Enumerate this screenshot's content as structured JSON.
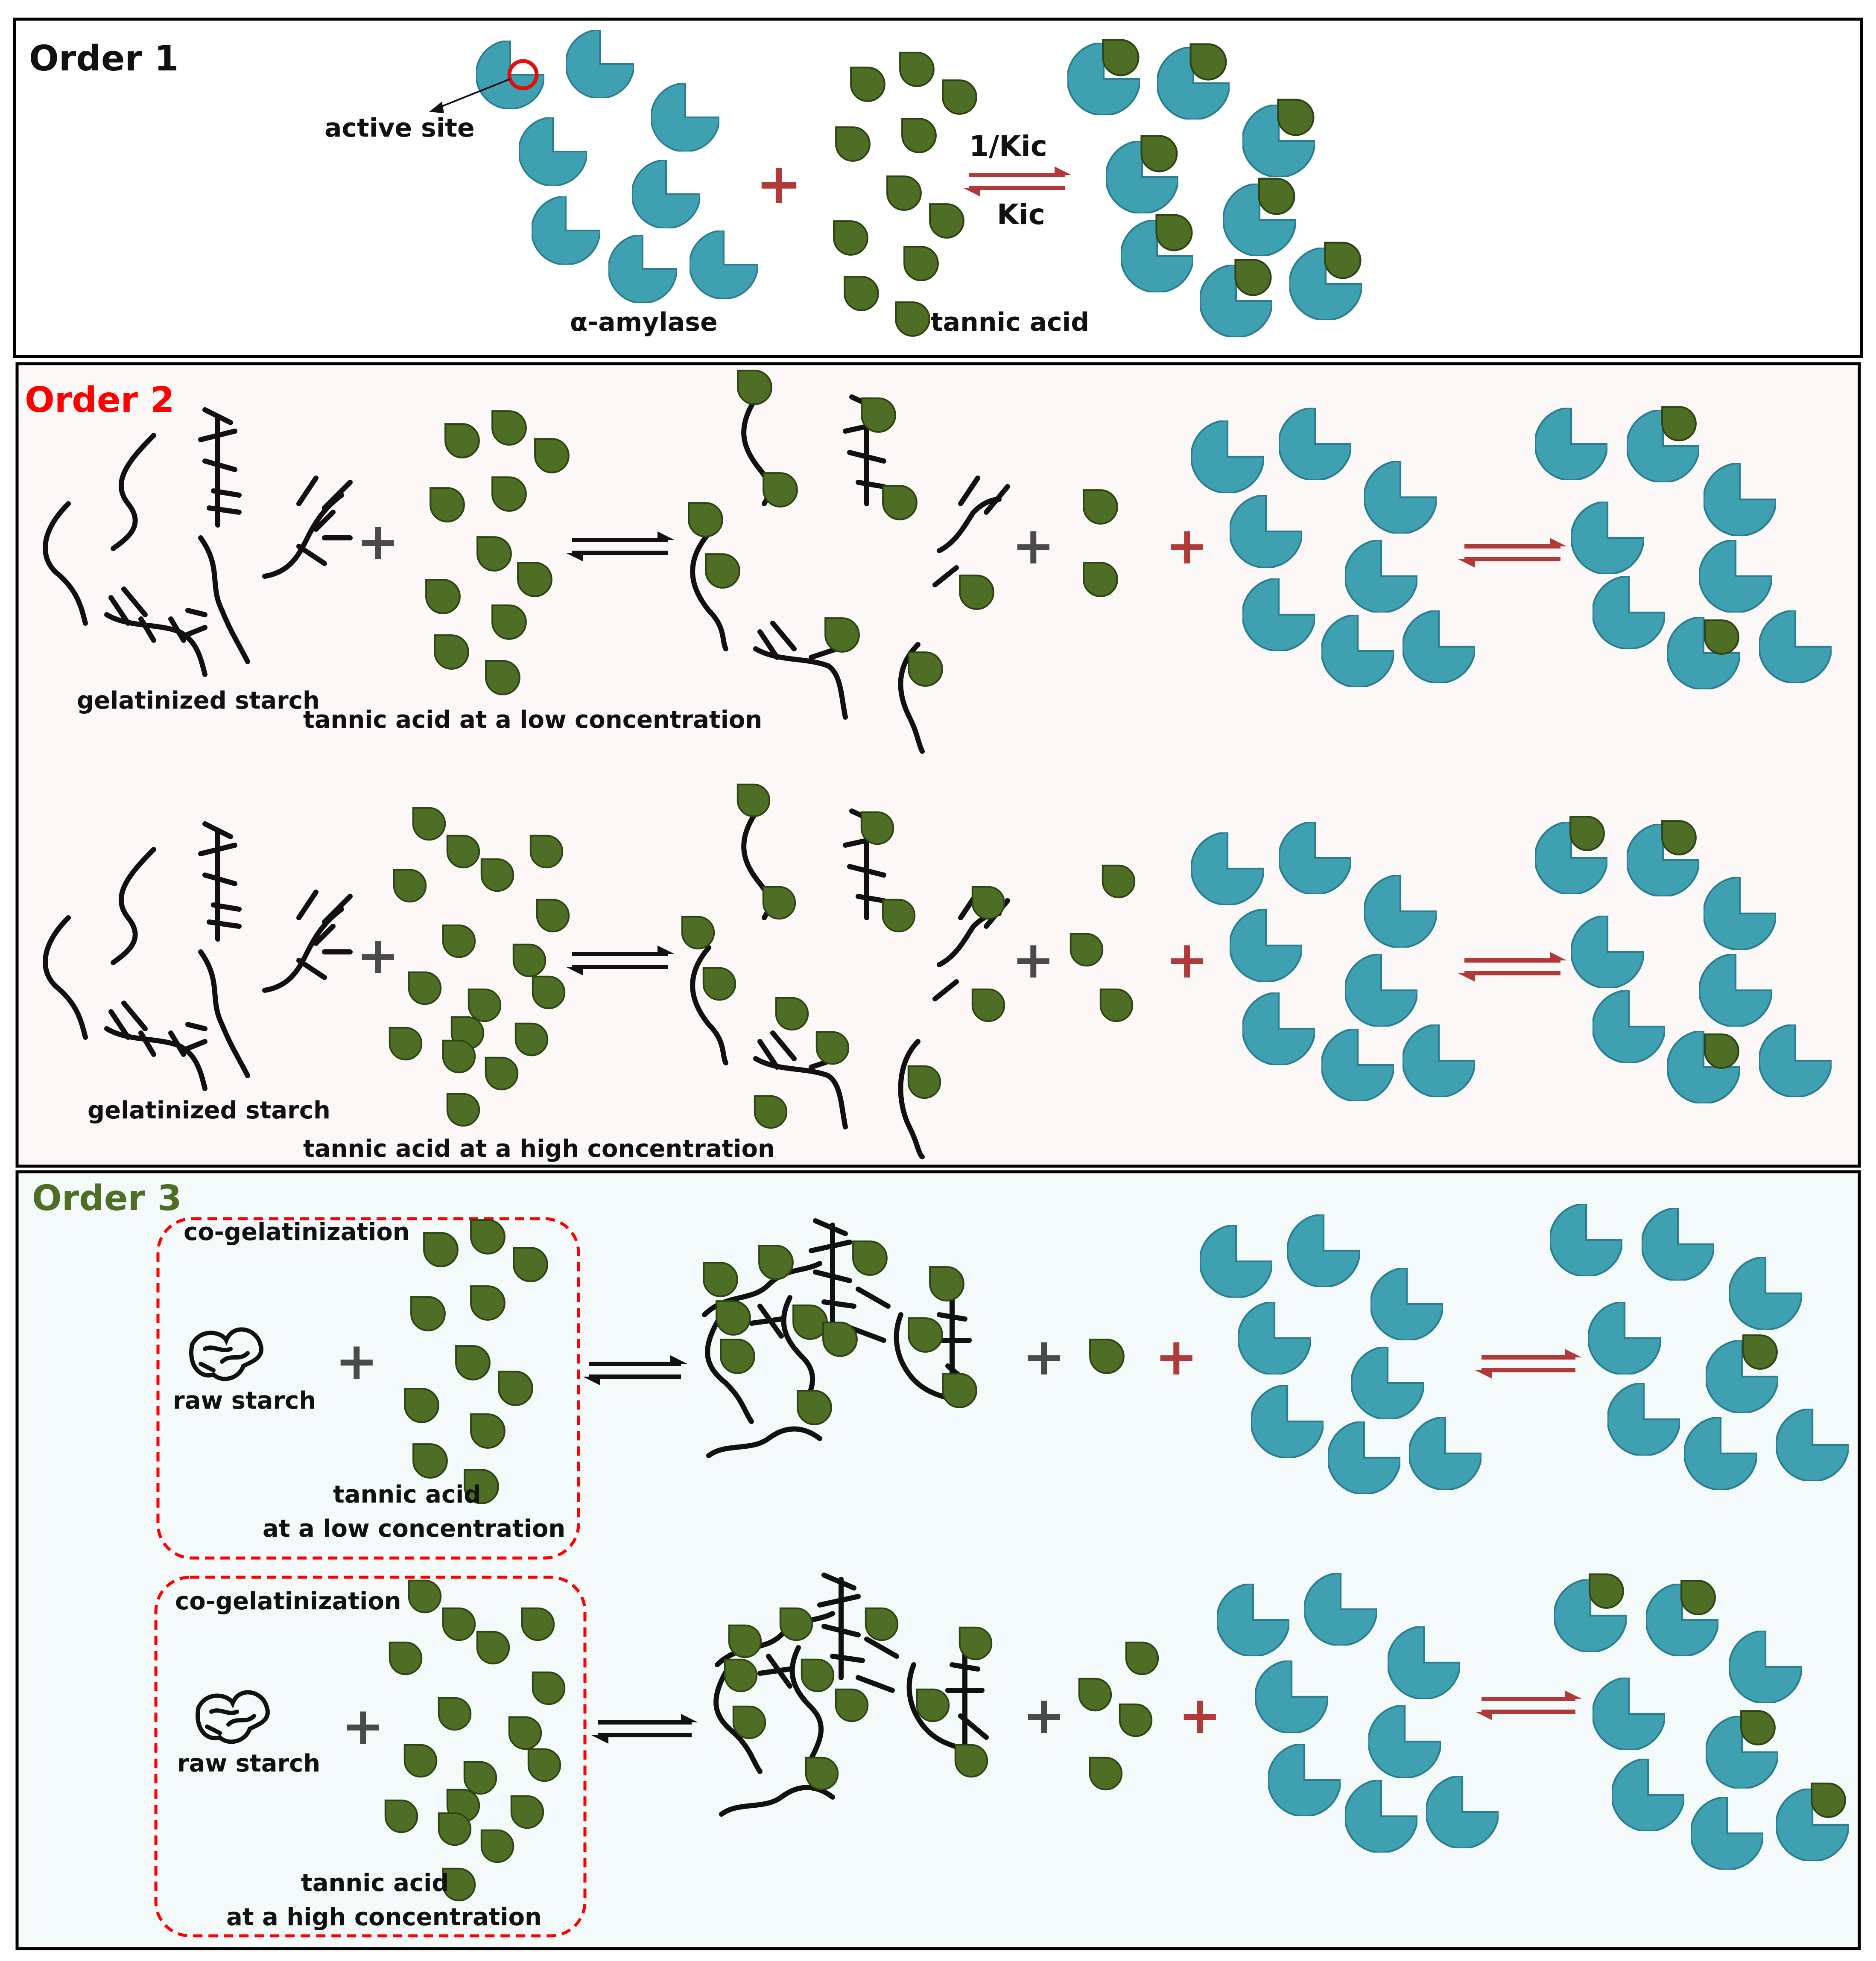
{
  "colors": {
    "enzyme": "#3fa0b2",
    "enzyme_dark": "#1f6f80",
    "tannin": "#4e6e26",
    "tannin_dark": "#2e4414",
    "arrow_red": "#b03a3a",
    "plus_red": "#b03a3a",
    "plus_gray": "#4a4a4a",
    "order2_title": "#ff0000",
    "order3_title": "#4e6e26",
    "panel2_bg": "#fcf8f7",
    "panel3_bg": "#f4f9f9",
    "dashed_box": "#ff0000",
    "active_site_circle": "#e01010"
  },
  "order1": {
    "title": "Order 1",
    "active_site_label": "active site",
    "enzyme_label": "α-amylase",
    "tannin_label": "tannic acid",
    "forward_label": "1/Kic",
    "reverse_label": "Kic"
  },
  "order2": {
    "title": "Order 2",
    "row_low": {
      "starch_label": "gelatinized  starch",
      "tannin_label": "tannic acid  at a low  concentration"
    },
    "row_high": {
      "starch_label": "gelatinized  starch",
      "tannin_label": "tannic acid  at a high concentration"
    }
  },
  "order3": {
    "title": "Order 3",
    "row_low": {
      "box_label": "co-gelatinization",
      "raw_label": "raw starch",
      "tannin_label_1": "tannic acid",
      "tannin_label_2": "at a low concentration"
    },
    "row_high": {
      "box_label": "co-gelatinization",
      "raw_label": "raw starch",
      "tannin_label_1": "tannic acid",
      "tannin_label_2": "at a high concentration"
    }
  }
}
